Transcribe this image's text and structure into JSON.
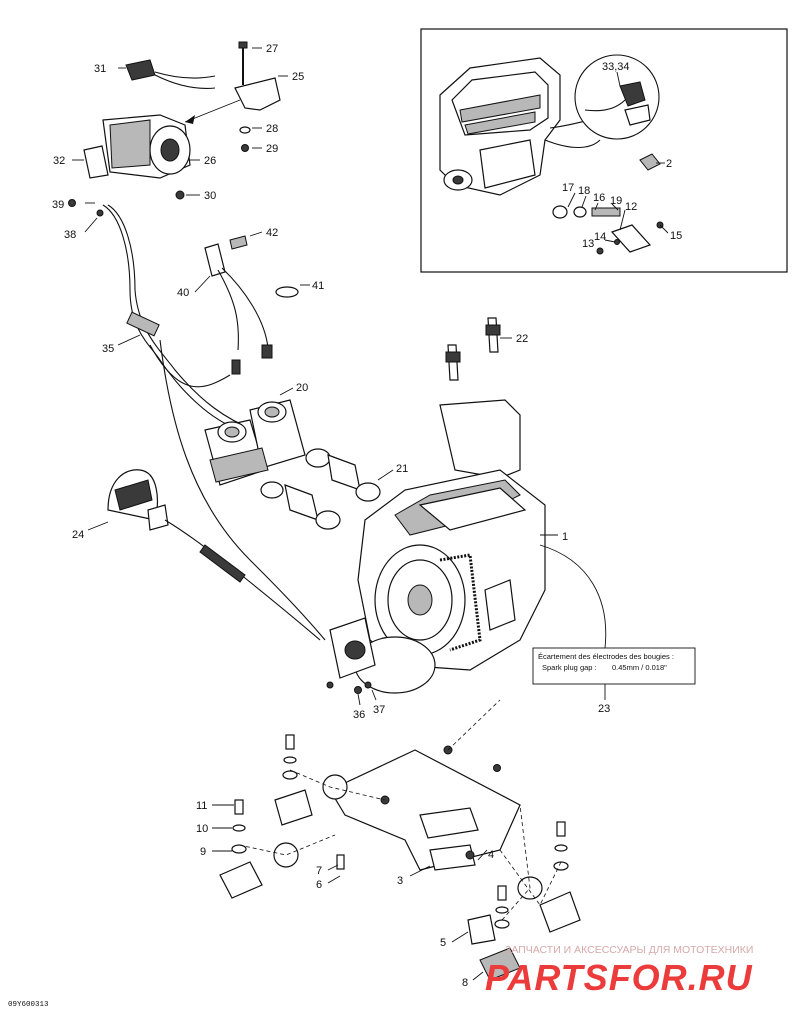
{
  "diagram": {
    "callouts": {
      "c1": "1",
      "c2": "2",
      "c3": "3",
      "c4": "4",
      "c5": "5",
      "c6": "6",
      "c7": "7",
      "c8": "8",
      "c9": "9",
      "c10": "10",
      "c11": "11",
      "c12": "12",
      "c13": "13",
      "c14": "14",
      "c15": "15",
      "c16": "16",
      "c17": "17",
      "c18": "18",
      "c19": "19",
      "c20": "20",
      "c21": "21",
      "c22": "22",
      "c23": "23",
      "c24": "24",
      "c25": "25",
      "c26": "26",
      "c27": "27",
      "c28": "28",
      "c29": "29",
      "c30": "30",
      "c31": "31",
      "c32": "32",
      "c33_34": "33,34",
      "c35": "35",
      "c36": "36",
      "c37": "37",
      "c38": "38",
      "c39": "39",
      "c40": "40",
      "c41": "41",
      "c42": "42"
    },
    "spark_plug_note": {
      "line1": "Écartement des électrodes des bougies :",
      "line2": "Spark plug gap :",
      "line3": "0.45mm / 0.018\""
    },
    "drawing_number": "09Y600313"
  },
  "watermark": {
    "text": "ЗАПЧАСТИ И АКСЕССУАРЫ ДЛЯ МОТОТЕХНИКИ",
    "logo": "PARTSFOR.RU",
    "color": "#ec3b3b"
  }
}
